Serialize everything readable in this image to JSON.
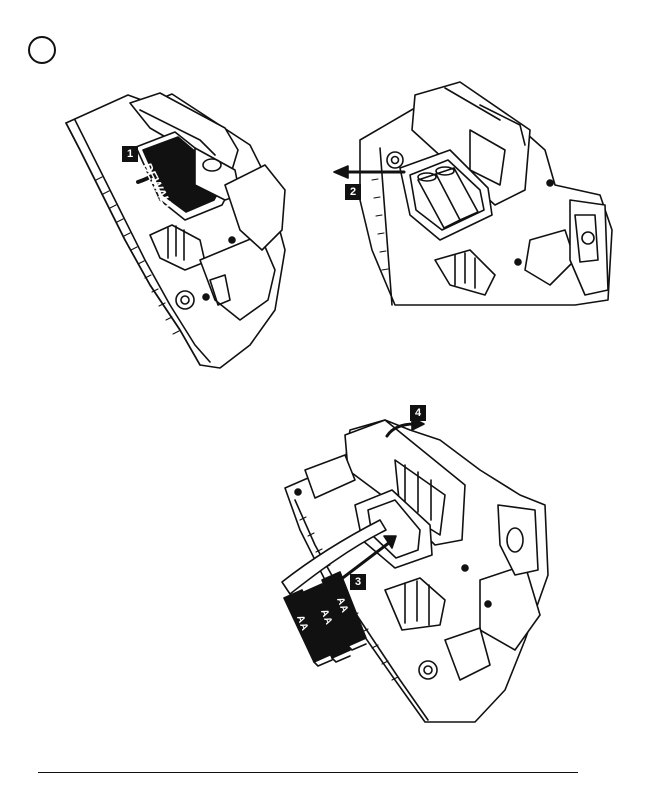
{
  "page": {
    "steps": [
      "1",
      "2",
      "3",
      "4"
    ],
    "brand": "DEWALT",
    "battery_labels": [
      "AA",
      "AA",
      "AA"
    ]
  }
}
